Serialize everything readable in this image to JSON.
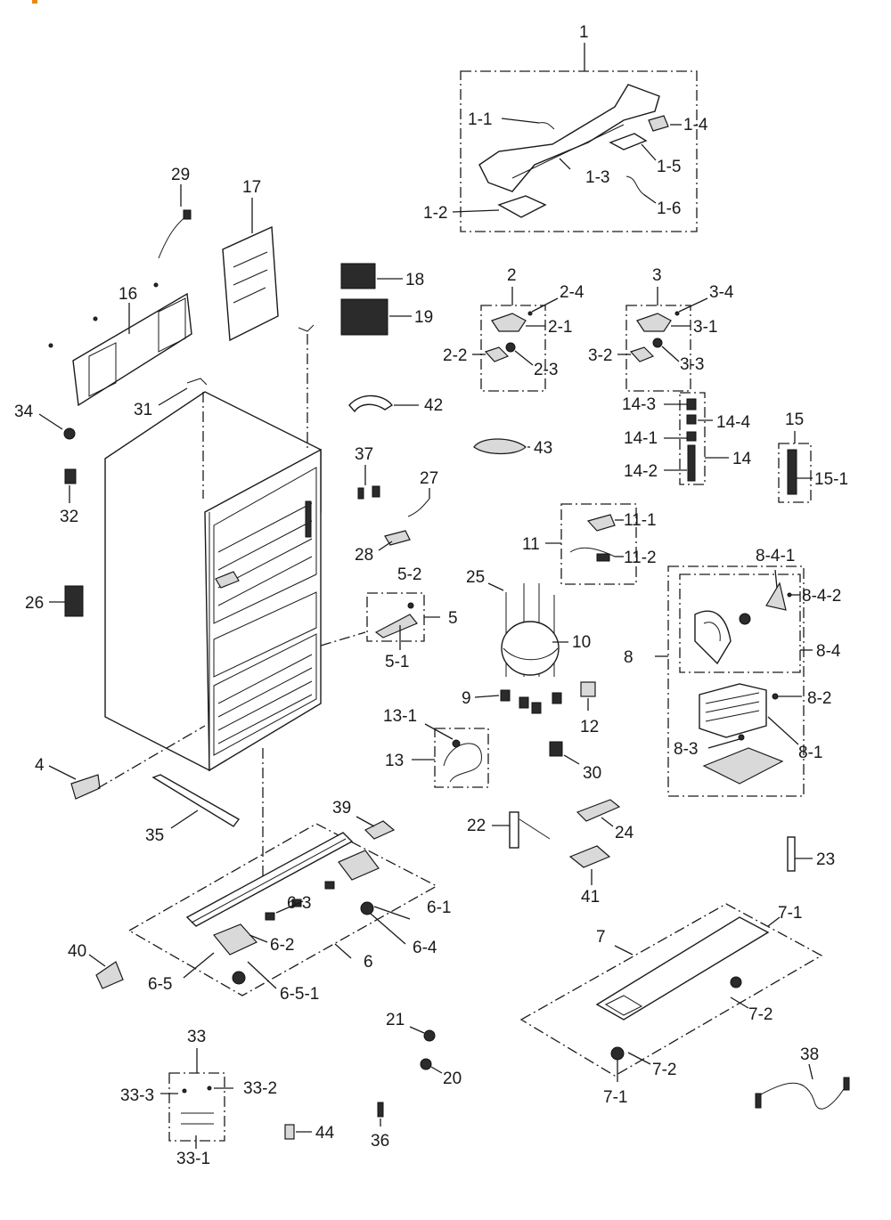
{
  "labels": {
    "l1": "1",
    "l1_1": "1-1",
    "l1_2": "1-2",
    "l1_3": "1-3",
    "l1_4": "1-4",
    "l1_5": "1-5",
    "l1_6": "1-6",
    "l2": "2",
    "l2_1": "2-1",
    "l2_2": "2-2",
    "l2_3": "2-3",
    "l2_4": "2-4",
    "l3": "3",
    "l3_1": "3-1",
    "l3_2": "3-2",
    "l3_3": "3-3",
    "l3_4": "3-4",
    "l4": "4",
    "l5": "5",
    "l5_1": "5-1",
    "l5_2": "5-2",
    "l6": "6",
    "l6_1": "6-1",
    "l6_2": "6-2",
    "l6_3": "6-3",
    "l6_4": "6-4",
    "l6_5": "6-5",
    "l6_5_1": "6-5-1",
    "l7": "7",
    "l7_1a": "7-1",
    "l7_1b": "7-1",
    "l7_2a": "7-2",
    "l7_2b": "7-2",
    "l8": "8",
    "l8_1": "8-1",
    "l8_2": "8-2",
    "l8_3": "8-3",
    "l8_4": "8-4",
    "l8_4_1": "8-4-1",
    "l8_4_2": "8-4-2",
    "l9": "9",
    "l10": "10",
    "l11": "11",
    "l11_1": "11-1",
    "l11_2": "11-2",
    "l12": "12",
    "l13": "13",
    "l13_1": "13-1",
    "l14": "14",
    "l14_1": "14-1",
    "l14_2": "14-2",
    "l14_3": "14-3",
    "l14_4": "14-4",
    "l15": "15",
    "l15_1": "15-1",
    "l16": "16",
    "l17": "17",
    "l18": "18",
    "l19": "19",
    "l20": "20",
    "l21": "21",
    "l22": "22",
    "l23": "23",
    "l24": "24",
    "l25": "25",
    "l26": "26",
    "l27": "27",
    "l28": "28",
    "l29": "29",
    "l30": "30",
    "l31": "31",
    "l32": "32",
    "l33": "33",
    "l33_1": "33-1",
    "l33_2": "33-2",
    "l33_3": "33-3",
    "l34": "34",
    "l35": "35",
    "l36": "36",
    "l37": "37",
    "l38": "38",
    "l39": "39",
    "l40": "40",
    "l41": "41",
    "l42": "42",
    "l43": "43",
    "l44": "44"
  },
  "colors": {
    "ink": "#1a1a1a",
    "corner_mark": "#e8891a"
  }
}
